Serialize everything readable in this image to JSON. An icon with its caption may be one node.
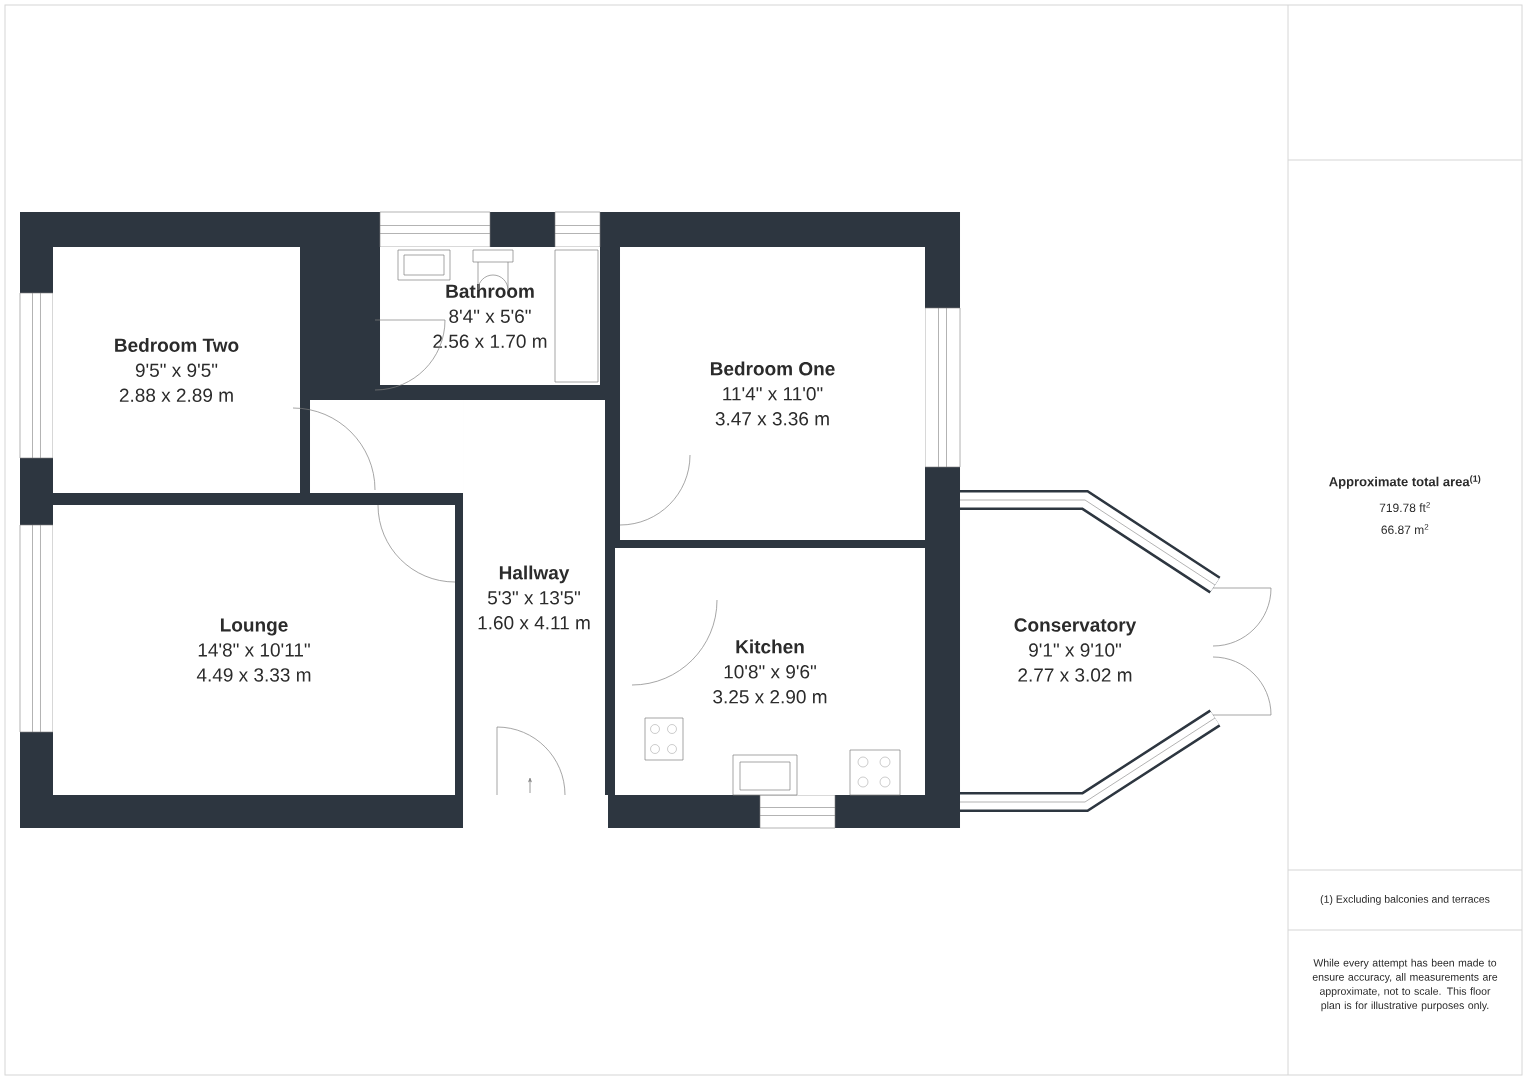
{
  "diagram": {
    "nodes": [
      {
        "text": [
          "Bedroom Two",
          "9'5\" x 9'5\"",
          "2.88 x 2.89 m"
        ]
      },
      {
        "text": [
          "Bathroom",
          "8'4\" x 5'6\"",
          "2.56 x 1.70 m"
        ]
      },
      {
        "text": [
          "Bedroom One",
          "11'4\" x 11'0\"",
          "3.47 x 3.36 m"
        ]
      },
      {
        "text": [
          "Lounge",
          "14'8\" x 10'11\"",
          "4.49 x 3.33 m"
        ]
      },
      {
        "text": [
          "Hallway",
          "5'3\" x 13'5\"",
          "1.60 x 4.11 m"
        ]
      },
      {
        "text": [
          "Kitchen",
          "10'8\" x 9'6\"",
          "3.25 x 2.90 m"
        ]
      },
      {
        "text": [
          "Conservatory",
          "9'1\" x 9'10\"",
          "2.77 x 3.02 m"
        ]
      }
    ],
    "labels": [
      "Approximate total area$^{(1)}$",
      "719.78 ft$^{2}$",
      "66.87 m$^{2}$",
      "(1) Excluding balconies and terraces",
      "While every attempt has been made to ensure accuracy, all measurements are approximate, not to scale. This floor plan is for illustrative purposes only."
    ]
  }
}
